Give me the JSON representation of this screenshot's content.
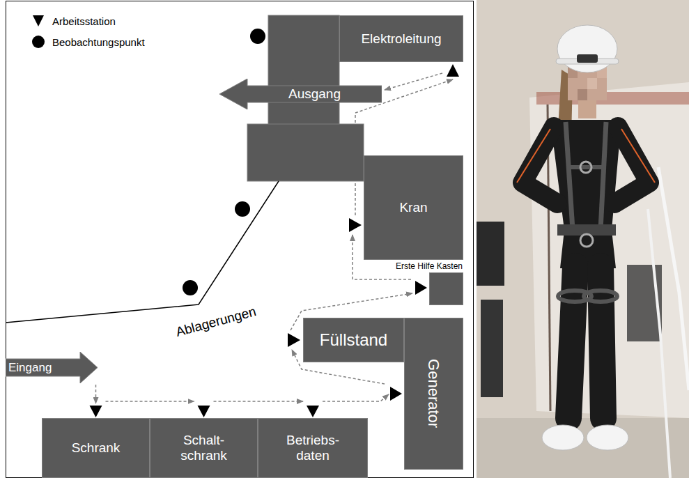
{
  "diagram": {
    "nodes": [
      {
        "text": [
          "Elektroleitung"
        ]
      },
      {
        "text": [
          "Ausgang"
        ]
      },
      {
        "text": [
          "Kran"
        ]
      },
      {
        "text": [
          "Erste Hilfe Kasten"
        ]
      },
      {
        "text": [
          "Füllstand"
        ]
      },
      {
        "text": [
          "Generator"
        ]
      },
      {
        "text": [
          "Eingang"
        ]
      },
      {
        "text": [
          "Schrank"
        ]
      },
      {
        "text": [
          "Schalt- schrank"
        ]
      },
      {
        "text": [
          "Betriebs- daten"
        ]
      }
    ],
    "edges": [
      {
        "from": 6,
        "to": 7,
        "arrow": "to"
      },
      {
        "from": 7,
        "to": 8,
        "arrow": "to"
      },
      {
        "from": 8,
        "to": 9,
        "arrow": "to"
      },
      {
        "from": 9,
        "to": 5,
        "arrow": "to"
      },
      {
        "from": 5,
        "to": 4,
        "arrow": "to"
      },
      {
        "from": 4,
        "to": 3,
        "arrow": "to"
      },
      {
        "from": 3,
        "to": 2,
        "arrow": "to"
      },
      {
        "from": 2,
        "to": 0,
        "arrow": "to"
      },
      {
        "from": 0,
        "to": 1,
        "arrow": "to"
      }
    ],
    "labels": [
      "Ablagerungen"
    ],
    "legend": [
      {
        "text": "Arbeitsstation"
      },
      {
        "text": "Beobachtungspunkt"
      }
    ]
  }
}
